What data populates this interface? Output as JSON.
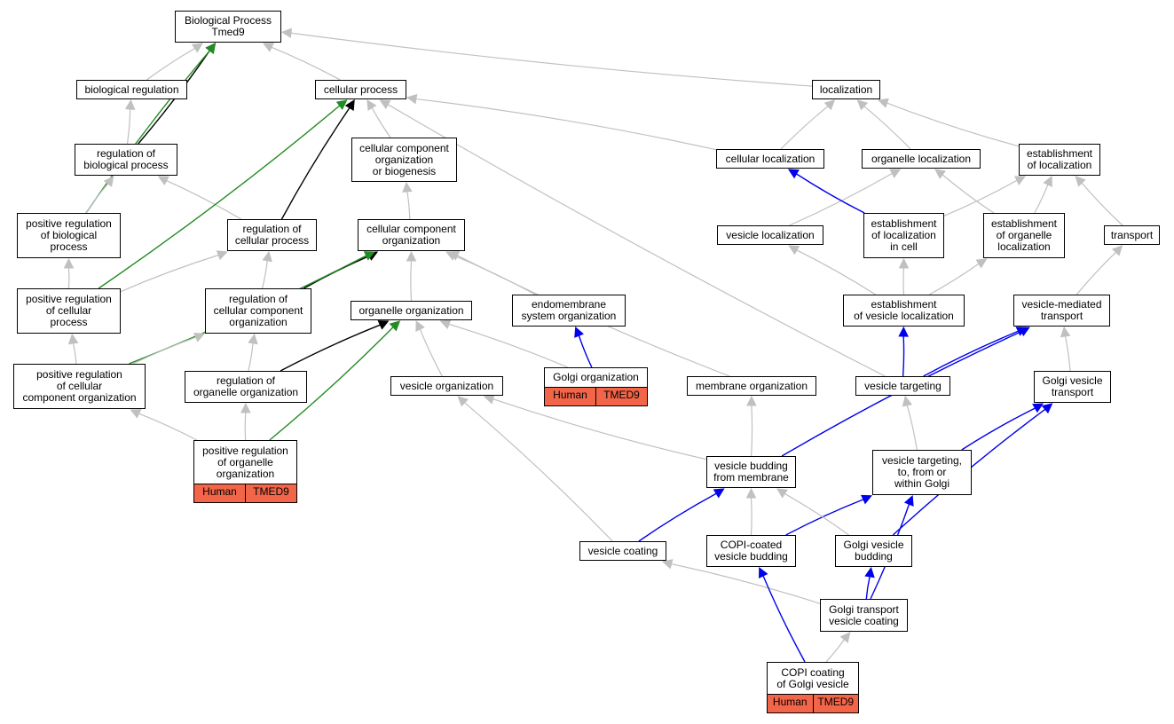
{
  "colors": {
    "gray": "#c0c0c0",
    "black": "#000000",
    "green": "#228b22",
    "blue": "#0000ee",
    "tag_bg": "#f26548"
  },
  "nodes": {
    "root": "Biological Process\nTmed9",
    "biological_regulation": "biological regulation",
    "cellular_process": "cellular process",
    "localization": "localization",
    "regulation_of_biological_process": "regulation of\nbiological process",
    "cellular_component_organization_or_biogenesis": "cellular component\norganization\nor biogenesis",
    "cellular_localization": "cellular localization",
    "organelle_localization": "organelle localization",
    "establishment_of_localization": "establishment\nof localization",
    "positive_regulation_of_biological_process": "positive regulation\nof biological\nprocess",
    "regulation_of_cellular_process": "regulation of\ncellular process",
    "cellular_component_organization": "cellular component\norganization",
    "vesicle_localization": "vesicle localization",
    "establishment_of_localization_in_cell": "establishment\nof localization\nin cell",
    "establishment_of_organelle_localization": "establishment\nof organelle\nlocalization",
    "transport": "transport",
    "positive_regulation_of_cellular_process": "positive regulation\nof cellular\nprocess",
    "regulation_of_cellular_component_organization": "regulation of\ncellular component\norganization",
    "organelle_organization": "organelle organization",
    "endomembrane_system_organization": "endomembrane\nsystem organization",
    "establishment_of_vesicle_localization": "establishment\nof vesicle localization",
    "vesicle_mediated_transport": "vesicle-mediated\ntransport",
    "positive_regulation_of_cellular_component_organization": "positive regulation\nof cellular\ncomponent organization",
    "regulation_of_organelle_organization": "regulation of\norganelle organization",
    "vesicle_organization": "vesicle organization",
    "golgi_organization": "Golgi organization",
    "membrane_organization": "membrane organization",
    "vesicle_targeting": "vesicle targeting",
    "golgi_vesicle_transport": "Golgi vesicle\ntransport",
    "positive_regulation_of_organelle_organization": "positive regulation\nof organelle\norganization",
    "vesicle_budding_from_membrane": "vesicle budding\nfrom membrane",
    "vesicle_targeting_golgi": "vesicle targeting,\nto, from or\nwithin Golgi",
    "vesicle_coating": "vesicle coating",
    "copi_coated_vesicle_budding": "COPI-coated\nvesicle budding",
    "golgi_vesicle_budding": "Golgi vesicle\nbudding",
    "golgi_transport_vesicle_coating": "Golgi transport\nvesicle coating",
    "copi_coating_of_golgi_vesicle": "COPI coating\nof Golgi vesicle"
  },
  "annotations": {
    "golgi_organization": {
      "species": "Human",
      "gene": "TMED9"
    },
    "positive_regulation_of_organelle_organization": {
      "species": "Human",
      "gene": "TMED9"
    },
    "copi_coating_of_golgi_vesicle": {
      "species": "Human",
      "gene": "TMED9"
    }
  },
  "edges": [
    {
      "from": "biological_regulation",
      "to": "root",
      "color": "gray"
    },
    {
      "from": "cellular_process",
      "to": "root",
      "color": "gray"
    },
    {
      "from": "localization",
      "to": "root",
      "color": "gray"
    },
    {
      "from": "regulation_of_biological_process",
      "to": "root",
      "color": "black"
    },
    {
      "from": "positive_regulation_of_biological_process",
      "to": "root",
      "color": "green"
    },
    {
      "from": "regulation_of_biological_process",
      "to": "biological_regulation",
      "color": "gray"
    },
    {
      "from": "positive_regulation_of_biological_process",
      "to": "regulation_of_biological_process",
      "color": "gray"
    },
    {
      "from": "regulation_of_cellular_process",
      "to": "regulation_of_biological_process",
      "color": "gray"
    },
    {
      "from": "regulation_of_cellular_process",
      "to": "cellular_process",
      "color": "black"
    },
    {
      "from": "positive_regulation_of_cellular_process",
      "to": "cellular_process",
      "color": "green"
    },
    {
      "from": "cellular_component_organization_or_biogenesis",
      "to": "cellular_process",
      "color": "gray"
    },
    {
      "from": "cellular_localization",
      "to": "cellular_process",
      "color": "gray"
    },
    {
      "from": "vesicle_targeting",
      "to": "cellular_process",
      "color": "gray"
    },
    {
      "from": "cellular_component_organization",
      "to": "cellular_component_organization_or_biogenesis",
      "color": "gray"
    },
    {
      "from": "cellular_localization",
      "to": "localization",
      "color": "gray"
    },
    {
      "from": "organelle_localization",
      "to": "localization",
      "color": "gray"
    },
    {
      "from": "establishment_of_localization",
      "to": "localization",
      "color": "gray"
    },
    {
      "from": "positive_regulation_of_cellular_process",
      "to": "positive_regulation_of_biological_process",
      "color": "gray"
    },
    {
      "from": "positive_regulation_of_cellular_process",
      "to": "regulation_of_cellular_process",
      "color": "gray"
    },
    {
      "from": "regulation_of_cellular_component_organization",
      "to": "regulation_of_cellular_process",
      "color": "gray"
    },
    {
      "from": "regulation_of_cellular_component_organization",
      "to": "cellular_component_organization",
      "color": "black"
    },
    {
      "from": "positive_regulation_of_cellular_component_organization",
      "to": "cellular_component_organization",
      "color": "green"
    },
    {
      "from": "organelle_organization",
      "to": "cellular_component_organization",
      "color": "gray"
    },
    {
      "from": "endomembrane_system_organization",
      "to": "cellular_component_organization",
      "color": "gray"
    },
    {
      "from": "membrane_organization",
      "to": "cellular_component_organization",
      "color": "gray"
    },
    {
      "from": "vesicle_localization",
      "to": "organelle_localization",
      "color": "gray"
    },
    {
      "from": "establishment_of_localization_in_cell",
      "to": "cellular_localization",
      "color": "blue"
    },
    {
      "from": "establishment_of_localization_in_cell",
      "to": "establishment_of_localization",
      "color": "gray"
    },
    {
      "from": "establishment_of_organelle_localization",
      "to": "organelle_localization",
      "color": "gray"
    },
    {
      "from": "establishment_of_organelle_localization",
      "to": "establishment_of_localization",
      "color": "gray"
    },
    {
      "from": "transport",
      "to": "establishment_of_localization",
      "color": "gray"
    },
    {
      "from": "positive_regulation_of_cellular_component_organization",
      "to": "positive_regulation_of_cellular_process",
      "color": "gray"
    },
    {
      "from": "positive_regulation_of_cellular_component_organization",
      "to": "regulation_of_cellular_component_organization",
      "color": "gray"
    },
    {
      "from": "regulation_of_organelle_organization",
      "to": "regulation_of_cellular_component_organization",
      "color": "gray"
    },
    {
      "from": "regulation_of_organelle_organization",
      "to": "organelle_organization",
      "color": "black"
    },
    {
      "from": "positive_regulation_of_organelle_organization",
      "to": "organelle_organization",
      "color": "green"
    },
    {
      "from": "vesicle_organization",
      "to": "organelle_organization",
      "color": "gray"
    },
    {
      "from": "golgi_organization",
      "to": "organelle_organization",
      "color": "gray"
    },
    {
      "from": "golgi_organization",
      "to": "endomembrane_system_organization",
      "color": "blue"
    },
    {
      "from": "establishment_of_vesicle_localization",
      "to": "vesicle_localization",
      "color": "gray"
    },
    {
      "from": "establishment_of_vesicle_localization",
      "to": "establishment_of_localization_in_cell",
      "color": "gray"
    },
    {
      "from": "establishment_of_vesicle_localization",
      "to": "establishment_of_organelle_localization",
      "color": "gray"
    },
    {
      "from": "vesicle_mediated_transport",
      "to": "transport",
      "color": "gray"
    },
    {
      "from": "positive_regulation_of_organelle_organization",
      "to": "positive_regulation_of_cellular_component_organization",
      "color": "gray"
    },
    {
      "from": "positive_regulation_of_organelle_organization",
      "to": "regulation_of_organelle_organization",
      "color": "gray"
    },
    {
      "from": "vesicle_targeting",
      "to": "establishment_of_vesicle_localization",
      "color": "blue"
    },
    {
      "from": "vesicle_targeting",
      "to": "vesicle_mediated_transport",
      "color": "blue"
    },
    {
      "from": "golgi_vesicle_transport",
      "to": "vesicle_mediated_transport",
      "color": "gray"
    },
    {
      "from": "vesicle_budding_from_membrane",
      "to": "vesicle_organization",
      "color": "gray"
    },
    {
      "from": "vesicle_budding_from_membrane",
      "to": "membrane_organization",
      "color": "gray"
    },
    {
      "from": "vesicle_budding_from_membrane",
      "to": "vesicle_mediated_transport",
      "color": "blue"
    },
    {
      "from": "vesicle_targeting_golgi",
      "to": "vesicle_targeting",
      "color": "gray"
    },
    {
      "from": "vesicle_targeting_golgi",
      "to": "golgi_vesicle_transport",
      "color": "blue"
    },
    {
      "from": "vesicle_coating",
      "to": "vesicle_organization",
      "color": "gray"
    },
    {
      "from": "vesicle_coating",
      "to": "vesicle_budding_from_membrane",
      "color": "blue"
    },
    {
      "from": "copi_coated_vesicle_budding",
      "to": "vesicle_budding_from_membrane",
      "color": "gray"
    },
    {
      "from": "copi_coated_vesicle_budding",
      "to": "vesicle_targeting_golgi",
      "color": "blue"
    },
    {
      "from": "golgi_vesicle_budding",
      "to": "vesicle_budding_from_membrane",
      "color": "gray"
    },
    {
      "from": "golgi_vesicle_budding",
      "to": "golgi_vesicle_transport",
      "color": "blue"
    },
    {
      "from": "golgi_transport_vesicle_coating",
      "to": "vesicle_coating",
      "color": "gray"
    },
    {
      "from": "golgi_transport_vesicle_coating",
      "to": "golgi_vesicle_budding",
      "color": "blue"
    },
    {
      "from": "golgi_transport_vesicle_coating",
      "to": "vesicle_targeting_golgi",
      "color": "blue"
    },
    {
      "from": "copi_coating_of_golgi_vesicle",
      "to": "copi_coated_vesicle_budding",
      "color": "blue"
    },
    {
      "from": "copi_coating_of_golgi_vesicle",
      "to": "golgi_transport_vesicle_coating",
      "color": "gray"
    }
  ]
}
